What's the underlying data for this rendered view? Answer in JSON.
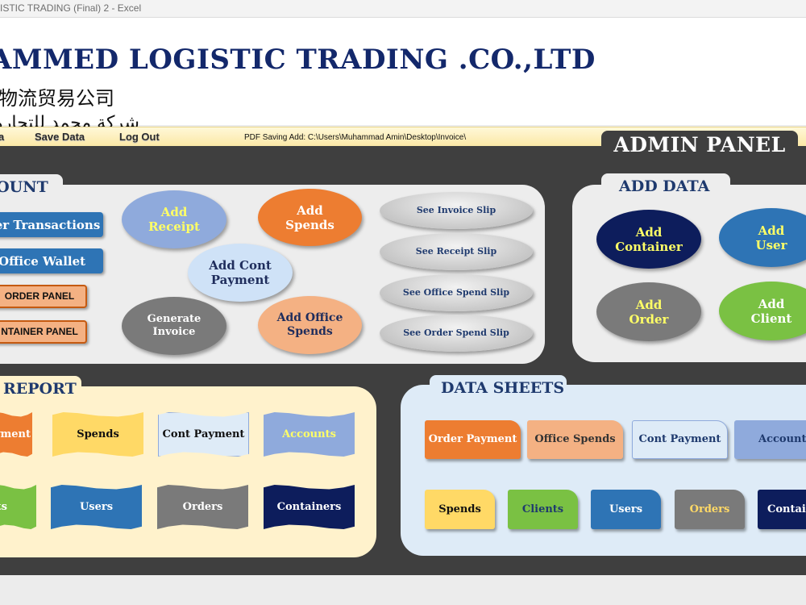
{
  "window": {
    "title": "ISTIC TRADING (Final) 2 - Excel"
  },
  "banner": {
    "company_name": "AMMED LOGISTIC TRADING .CO.,LTD",
    "company_name_cn": "物流贸易公司",
    "company_name_ar": "شركة محمد للتجارة"
  },
  "menu": {
    "items": [
      "a",
      "Save Data",
      "Log Out"
    ],
    "pdf_path": "PDF Saving Add: C:\\Users\\Muhammad Amin\\Desktop\\Invoice\\"
  },
  "admin_panel": {
    "title": "ADMIN PANEL"
  },
  "account": {
    "title": "COUNT",
    "side_buttons": [
      "er Transactions",
      "Office Wallet",
      "ORDER PANEL",
      "NTAINER PANEL"
    ],
    "ovals": {
      "add_receipt": "Add\nReceipt",
      "add_spends": "Add\nSpends",
      "add_cont_payment": "Add Cont\nPayment",
      "generate_invoice": "Generate\nInvoice",
      "add_office_spends": "Add Office\nSpends"
    },
    "slips": [
      "See Invoice Slip",
      "See Receipt Slip",
      "See Office Spend Slip",
      "See Order Spend Slip"
    ]
  },
  "add_data": {
    "title": "ADD DATA",
    "buttons": {
      "container": "Add\nContainer",
      "user": "Add\nUser",
      "order": "Add\nOrder",
      "client": "Add\nClient"
    }
  },
  "report": {
    "title": "REPORT",
    "row1": [
      "yment",
      "Spends",
      "Cont Payment",
      "Accounts"
    ],
    "row2": [
      "ts",
      "Users",
      "Orders",
      "Containers"
    ]
  },
  "data_sheets": {
    "title": "DATA SHEETS",
    "row1": [
      "Order Payment",
      "Office Spends",
      "Cont Payment",
      "Accounts"
    ],
    "row2": [
      "Spends",
      "Clients",
      "Users",
      "Orders",
      "Contain"
    ]
  },
  "colors": {
    "navy": "#0d1d5c",
    "blue": "#2e74b5",
    "orange": "#ed7d31",
    "light_orange": "#f4b183",
    "grey": "#7a7a7a",
    "green": "#7ac143",
    "yellow": "#ffd966",
    "light_blue": "#bdd7ee",
    "periwinkle": "#8faadc",
    "cream_panel": "#fff2cc",
    "blue_panel": "#deebf7"
  }
}
